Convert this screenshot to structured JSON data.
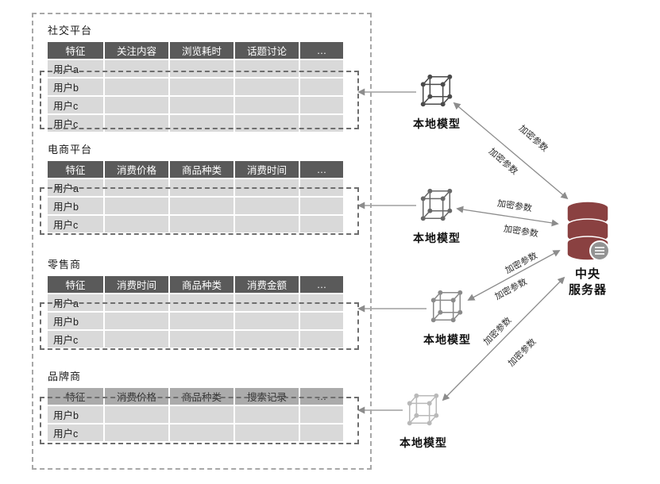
{
  "diagram": {
    "platforms": [
      {
        "name": "社交平台",
        "header_variant": "dark",
        "headers": [
          "特征",
          "关注内容",
          "浏览耗时",
          "话题讨论",
          "…"
        ],
        "rows": [
          "用户a",
          "用户b",
          "用户c",
          "用户c"
        ]
      },
      {
        "name": "电商平台",
        "header_variant": "dark",
        "headers": [
          "特征",
          "消费价格",
          "商品种类",
          "消费时间",
          "…"
        ],
        "rows": [
          "用户a",
          "用户b",
          "用户c"
        ]
      },
      {
        "name": "零售商",
        "header_variant": "dark",
        "headers": [
          "特征",
          "消费时间",
          "商品种类",
          "消费金额",
          "…"
        ],
        "rows": [
          "用户a",
          "用户b",
          "用户c"
        ]
      },
      {
        "name": "品牌商",
        "header_variant": "light",
        "headers": [
          "特征",
          "消费价格",
          "商品种类",
          "搜索记录",
          "…"
        ],
        "rows": [
          "用户b",
          "用户c"
        ]
      }
    ],
    "local_models": [
      {
        "label": "本地模型"
      },
      {
        "label": "本地模型"
      },
      {
        "label": "本地模型"
      },
      {
        "label": "本地模型"
      }
    ],
    "server": {
      "label_line1": "中央",
      "label_line2": "服务器"
    },
    "edge_label": "加密参数",
    "colors": {
      "header_dark": "#5a5a5a",
      "header_light": "#ababab",
      "cell": "#d9d9d9",
      "line": "#8c8c8c",
      "server": "#8a4141",
      "model_shades": [
        "#4a4a4a",
        "#686868",
        "#8a8a8a",
        "#b9b9b9"
      ]
    }
  }
}
